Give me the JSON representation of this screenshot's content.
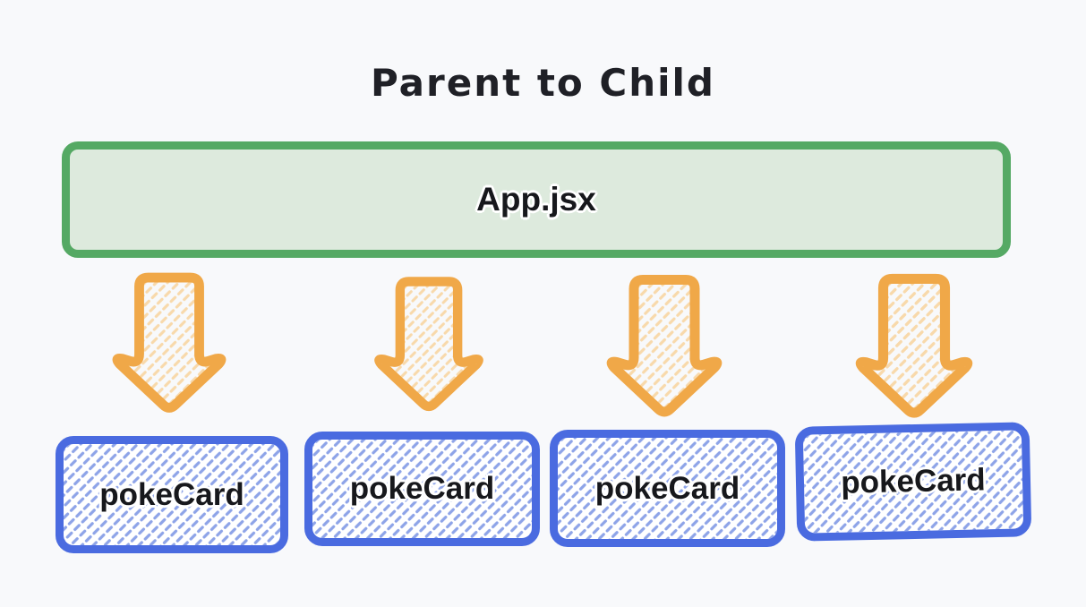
{
  "title": "Parent to Child",
  "diagram": {
    "parent_node": {
      "label": "App.jsx"
    },
    "child_nodes": [
      {
        "label": "pokeCard"
      },
      {
        "label": "pokeCard"
      },
      {
        "label": "pokeCard"
      },
      {
        "label": "pokeCard"
      }
    ],
    "arrows": [
      {
        "icon": "down-arrow-icon",
        "from": "App.jsx",
        "to": "pokeCard"
      },
      {
        "icon": "down-arrow-icon",
        "from": "App.jsx",
        "to": "pokeCard"
      },
      {
        "icon": "down-arrow-icon",
        "from": "App.jsx",
        "to": "pokeCard"
      },
      {
        "icon": "down-arrow-icon",
        "from": "App.jsx",
        "to": "pokeCard"
      }
    ]
  },
  "colors": {
    "background": "#f8f9fb",
    "parent_border": "#55a964",
    "parent_fill": "#ddeadd",
    "child_border": "#4a6be0",
    "child_hatch": "#8ea4e8",
    "arrow_stroke": "#f0a848",
    "arrow_hatch": "#f8d9ab",
    "text": "#1f2026"
  }
}
